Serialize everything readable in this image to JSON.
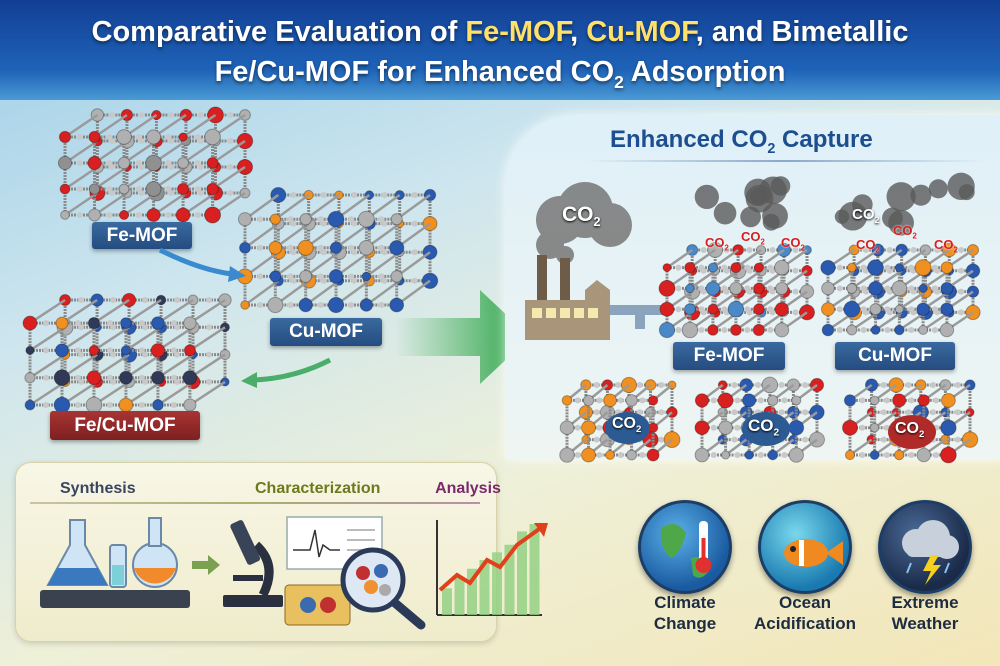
{
  "title": {
    "line1_pre": "Comparative Evaluation of ",
    "line1_hl1": "Fe-MOF",
    "line1_sep": ", ",
    "line1_hl2": "Cu-MOF",
    "line1_post": ", and Bimetallic",
    "line2_pre": "Fe/Cu-MOF for Enhanced CO",
    "line2_sub": "2",
    "line2_post": " Adsorption"
  },
  "left": {
    "fe_label": "Fe-MOF",
    "cu_label": "Cu-MOF",
    "fecu_label": "Fe/Cu-MOF"
  },
  "capture": {
    "heading_pre": "Enhanced CO",
    "heading_sub": "2",
    "heading_post": " Capture",
    "co2_main": "CO",
    "co2_sub": "2",
    "fe_label": "Fe-MOF",
    "cu_label": "Cu-MOF"
  },
  "workflow": {
    "synthesis": "Synthesis",
    "characterization": "Characterization",
    "analysis": "Analysis"
  },
  "impacts": [
    {
      "line1": "Climate",
      "line2": "Change",
      "icon": "globe-thermometer-icon"
    },
    {
      "line1": "Ocean",
      "line2": "Acidification",
      "icon": "fish-icon"
    },
    {
      "line1": "Extreme",
      "line2": "Weather",
      "icon": "storm-cloud-icon"
    }
  ],
  "colors": {
    "title_bg": "#1e63b8",
    "highlight": "#ffe06a",
    "label_blue": "#2b5a8f",
    "label_red": "#9c2b2b",
    "heading": "#1d4e8f",
    "characterization": "#6b7a1a",
    "analysis": "#7a2a6a",
    "arrow_green": "#2fa84a"
  }
}
